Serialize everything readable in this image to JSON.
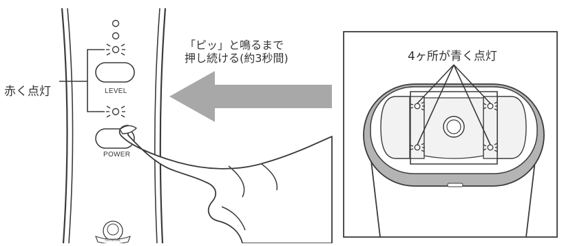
{
  "labels": {
    "red_light": "赤く点灯",
    "instruction_line1": "「ピッ」と鳴るまで",
    "instruction_line2": "押し続ける(約3秒間)",
    "blue_light": "4ヶ所が青く点灯",
    "level_button": "LEVEL",
    "power_button": "POWER"
  },
  "colors": {
    "line": "#3a3a3a",
    "arrow": "#a8a8a8",
    "body_gray": "#b4b4b4",
    "pad_fill": "#f2f2f2"
  },
  "icons": {
    "arrow": "arrow-left-icon",
    "logo": "brand-emblem-icon"
  }
}
